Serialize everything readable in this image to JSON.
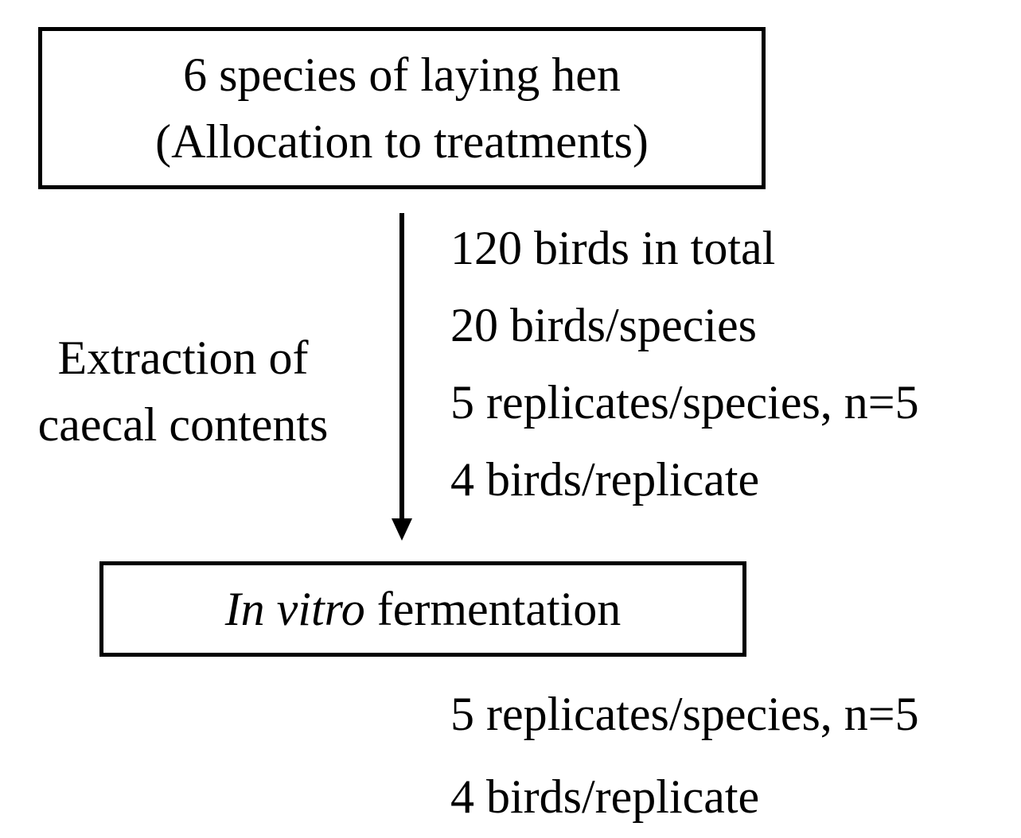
{
  "top_box": {
    "line1": "6 species of laying hen",
    "line2": "(Allocation to treatments)"
  },
  "arrow_label": {
    "line1": "Extraction of",
    "line2": "caecal contents"
  },
  "arrow_notes": [
    "120 birds in total",
    "20 birds/species",
    "5 replicates/species, n=5",
    "4 birds/replicate"
  ],
  "bottom_box": {
    "italic_part": "In vitro",
    "rest": " fermentation"
  },
  "bottom_notes": [
    "5 replicates/species, n=5",
    "4 birds/replicate"
  ]
}
